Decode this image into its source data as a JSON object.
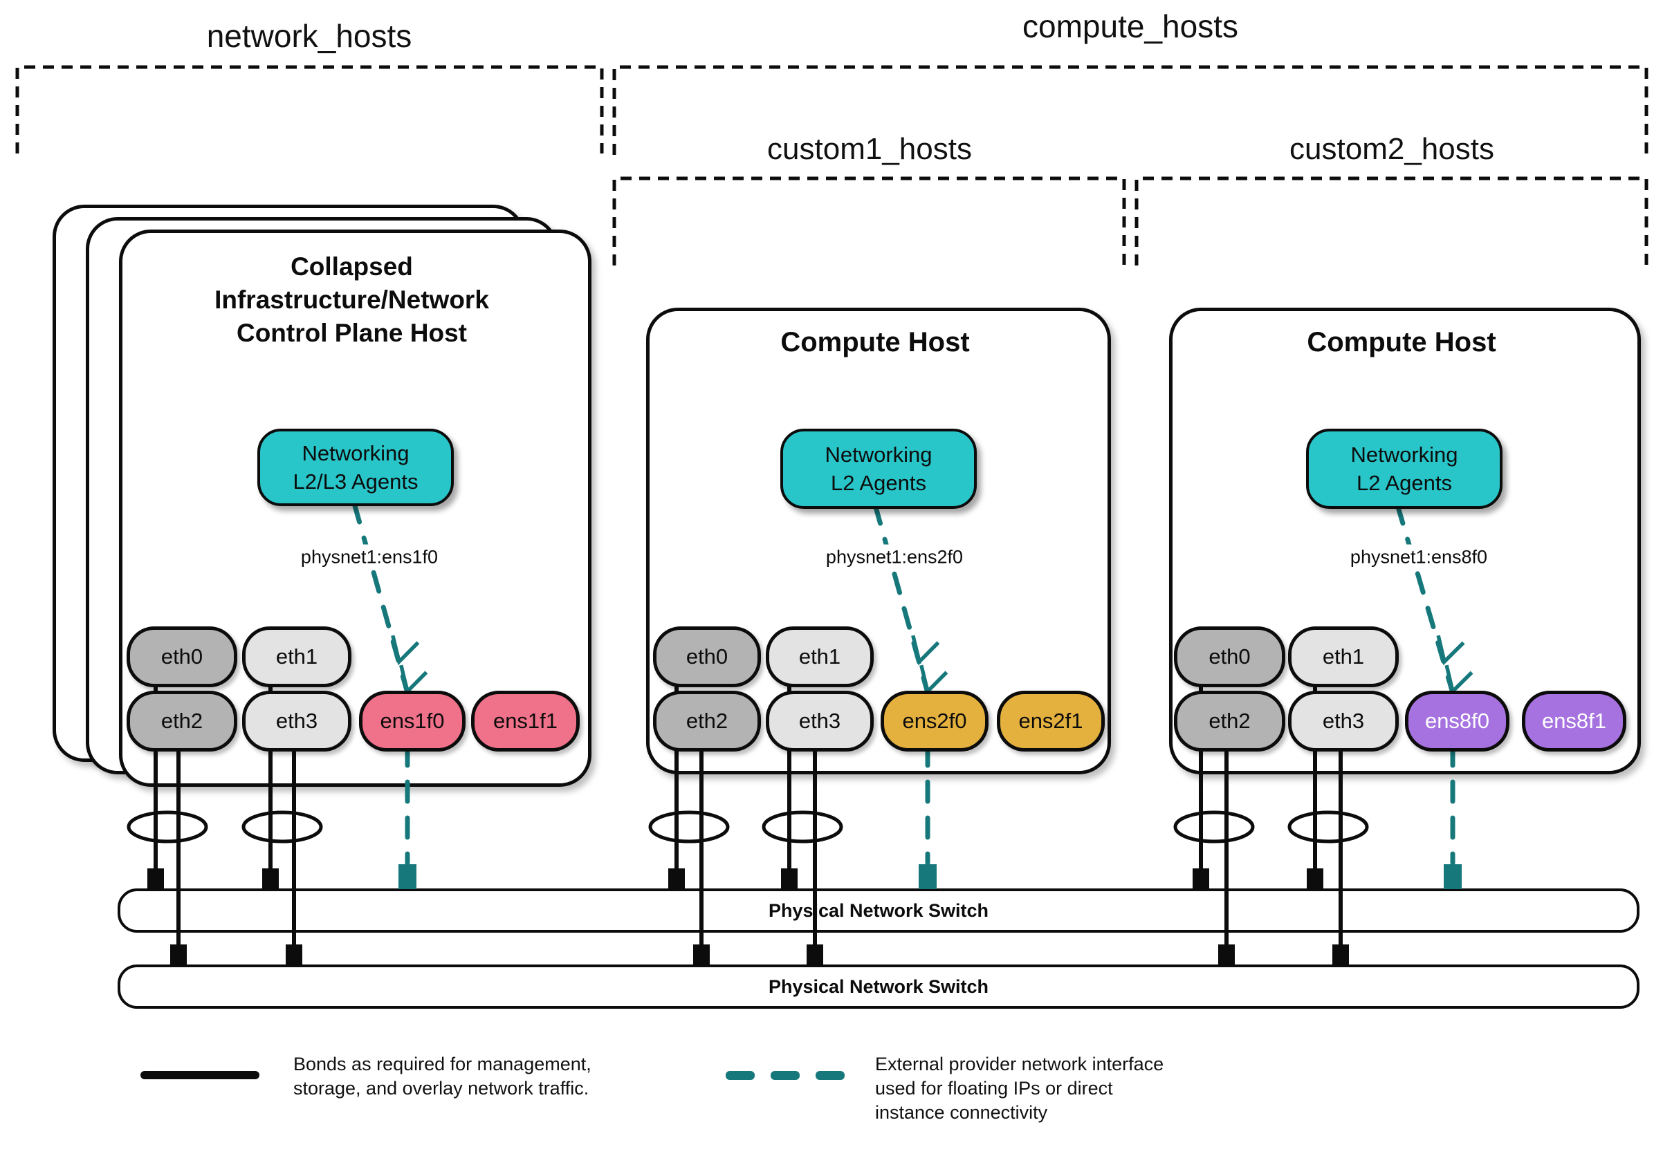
{
  "title": "OpenStack provider network host layout diagram",
  "colors": {
    "agent_teal": "#28c5c9",
    "external_line_teal": "#17787c",
    "nic_gray_dark": "#b3b3b3",
    "nic_gray_light": "#e3e3e3",
    "nic_pink": "#f0718a",
    "nic_gold": "#e5b13e",
    "nic_purple": "#a672e0",
    "line_black": "#0c0c0c"
  },
  "group_labels": {
    "network_hosts": "network_hosts",
    "compute_hosts": "compute_hosts",
    "custom1_hosts": "custom1_hosts",
    "custom2_hosts": "custom2_hosts"
  },
  "hosts": [
    {
      "title_lines": [
        "Collapsed",
        "Infrastructure/Network",
        "Control Plane Host"
      ],
      "agent_lines": [
        "Networking",
        "L2/L3 Agents"
      ],
      "physnet": "physnet1:ens1f0",
      "nics": [
        "eth0",
        "eth1",
        "eth2",
        "eth3",
        "ens1f0",
        "ens1f1"
      ]
    },
    {
      "title_lines": [
        "Compute Host"
      ],
      "agent_lines": [
        "Networking",
        "L2 Agents"
      ],
      "physnet": "physnet1:ens2f0",
      "nics": [
        "eth0",
        "eth1",
        "eth2",
        "eth3",
        "ens2f0",
        "ens2f1"
      ]
    },
    {
      "title_lines": [
        "Compute Host"
      ],
      "agent_lines": [
        "Networking",
        "L2 Agents"
      ],
      "physnet": "physnet1:ens8f0",
      "nics": [
        "eth0",
        "eth1",
        "eth2",
        "eth3",
        "ens8f0",
        "ens8f1"
      ]
    }
  ],
  "switches": [
    {
      "label": "Physical Network Switch"
    },
    {
      "label": "Physical Network Switch"
    }
  ],
  "legend": [
    {
      "symbol": "solid-black-line",
      "lines": [
        "Bonds as required for management,",
        "storage, and overlay network traffic."
      ]
    },
    {
      "symbol": "teal-dashed-line",
      "lines": [
        "External provider network interface",
        "used for floating IPs or direct",
        "instance connectivity"
      ]
    }
  ]
}
